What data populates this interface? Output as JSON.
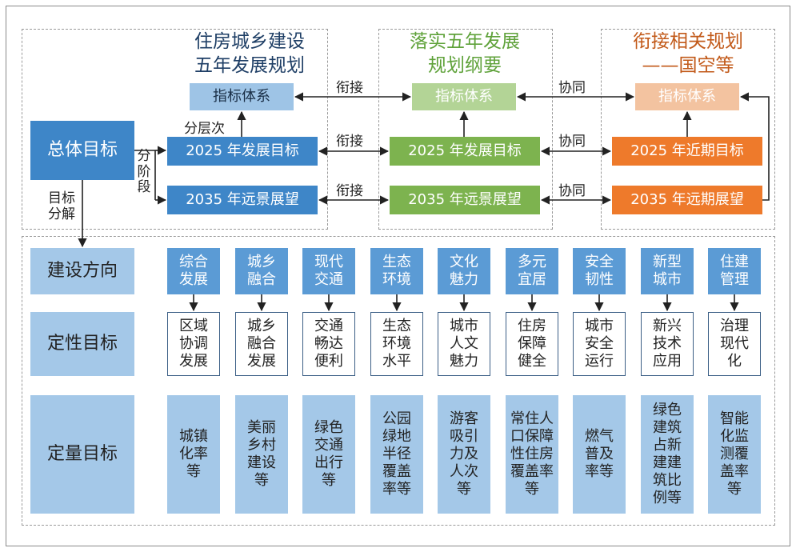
{
  "columns": [
    {
      "title": "住房城乡建设\n五年发展规划",
      "title_color": "#1f3f66",
      "index": "指标体系",
      "goal2025": "2025 年发展目标",
      "goal2035": "2035 年远景展望"
    },
    {
      "title": "落实五年发展\n规划纲要",
      "title_color": "#5fa23a",
      "index": "指标体系",
      "goal2025": "2025 年发展目标",
      "goal2035": "2035 年远景展望"
    },
    {
      "title": "衔接相关规划\n——国空等",
      "title_color": "#c25a1a",
      "index": "指标体系",
      "goal2025": "2025 年近期目标",
      "goal2035": "2035 年远期展望"
    }
  ],
  "overall_goal": "总体目标",
  "connectors": {
    "link": "衔接",
    "cooperate": "协同",
    "layered": "分层次",
    "staged": "分\n阶\n段",
    "decompose": "目标\n分解"
  },
  "row_labels": {
    "direction": "建设方向",
    "qualitative": "定性目标",
    "quantitative": "定量目标"
  },
  "directions": [
    "综合\n发展",
    "城乡\n融合",
    "现代\n交通",
    "生态\n环境",
    "文化\n魅力",
    "多元\n宜居",
    "安全\n韧性",
    "新型\n城市",
    "住建\n管理"
  ],
  "qualitative": [
    "区域\n协调\n发展",
    "城乡\n融合\n发展",
    "交通\n畅达\n便利",
    "生态\n环境\n水平",
    "城市\n人文\n魅力",
    "住房\n保障\n健全",
    "城市\n安全\n运行",
    "新兴\n技术\n应用",
    "治理\n现代\n化"
  ],
  "quantitative": [
    "城镇\n化率\n等",
    "美丽\n乡村\n建设\n等",
    "绿色\n交通\n出行\n等",
    "公园\n绿地\n半径\n覆盖\n率等",
    "游客\n吸引\n力及\n人次\n等",
    "常住人\n口保障\n性住房\n覆盖率\n等",
    "燃气\n普及\n率等",
    "绿色\n建筑\n占新\n建建\n筑比\n例等",
    "智能\n化监\n测覆\n盖率\n等"
  ],
  "colors": {
    "blue": "#3e86c8",
    "light_blue": "#a4c8e8",
    "green": "#7db34f",
    "orange": "#ee7a2b"
  }
}
